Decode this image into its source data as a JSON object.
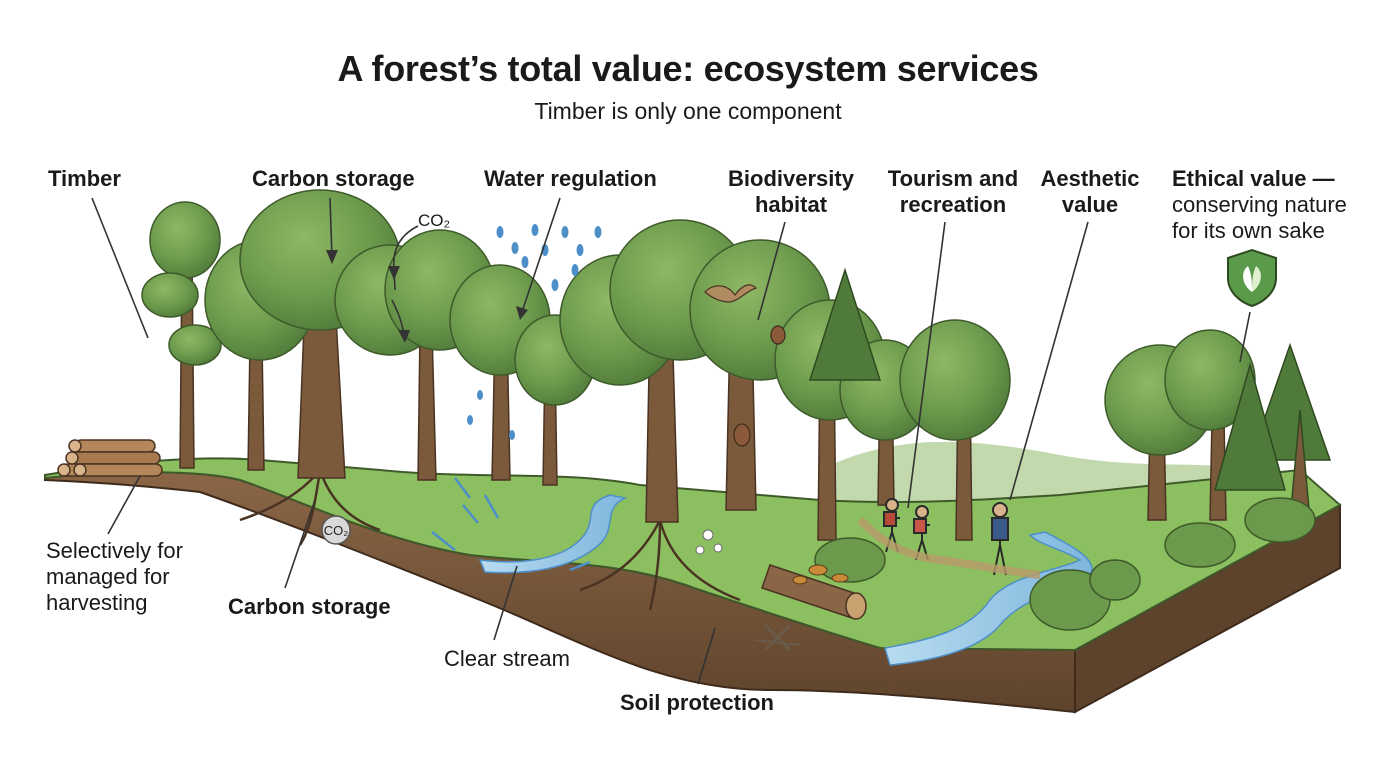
{
  "title": "A forest’s total value: ecosystem services",
  "subtitle": "Timber is only one component",
  "labels": {
    "timber": "Timber",
    "carbon_storage_top": "Carbon storage",
    "co2_top": "CO₂",
    "water_regulation": "Water regulation",
    "biodiversity_line1": "Biodiversity",
    "biodiversity_line2": "habitat",
    "tourism_line1": "Tourism and",
    "tourism_line2": "recreation",
    "aesthetic_line1": "Aesthetic",
    "aesthetic_line2": "value",
    "ethical_line1": "Ethical value —",
    "ethical_line2": "conserving nature",
    "ethical_line3": "for its own sake",
    "selective_line1": "Selectively for",
    "selective_line2": "managed for",
    "selective_line3": "harvesting",
    "carbon_storage_bottom": "Carbon storage",
    "co2_soil": "CO₂",
    "clear_stream": "Clear stream",
    "soil_protection": "Soil protection"
  },
  "colors": {
    "foliage_dark": "#4f7a3a",
    "foliage_mid": "#6c9a4c",
    "foliage_light": "#8fb865",
    "trunk": "#7a5a3a",
    "soil": "#7b5a3d",
    "soil_dark": "#5e432c",
    "grass": "#8cbf5f",
    "water": "#9ccbe8",
    "rain": "#4d8fc9"
  },
  "icons": [
    "shield-leaf-icon",
    "bird-icon",
    "owl-icon",
    "log-pile-icon",
    "hikers-icon",
    "mushroom-icon"
  ]
}
